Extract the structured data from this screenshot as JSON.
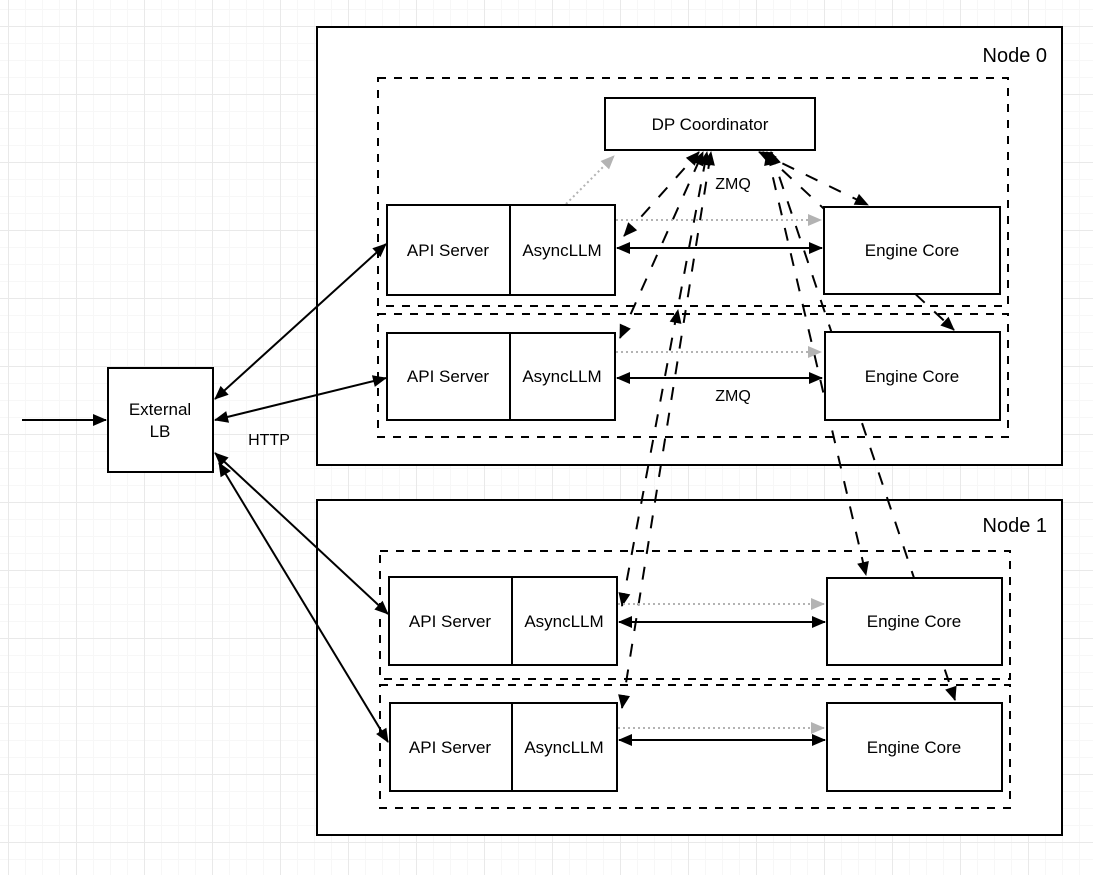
{
  "colors": {
    "line": "#000000",
    "muted_line": "#b3b3b3",
    "fill": "#ffffff",
    "text": "#000000"
  },
  "external_lb": {
    "line1": "External",
    "line2": "LB"
  },
  "coordinator": {
    "label": "DP Coordinator"
  },
  "edge_labels": {
    "http": "HTTP",
    "zmq_coordinator": "ZMQ",
    "zmq_engine": "ZMQ"
  },
  "node0": {
    "label": "Node 0",
    "rows": [
      {
        "api_server": "API Server",
        "asyncllm": "AsyncLLM",
        "engine_core": "Engine Core"
      },
      {
        "api_server": "API Server",
        "asyncllm": "AsyncLLM",
        "engine_core": "Engine Core"
      }
    ]
  },
  "node1": {
    "label": "Node 1",
    "rows": [
      {
        "api_server": "API Server",
        "asyncllm": "AsyncLLM",
        "engine_core": "Engine Core"
      },
      {
        "api_server": "API Server",
        "asyncllm": "AsyncLLM",
        "engine_core": "Engine Core"
      }
    ]
  }
}
